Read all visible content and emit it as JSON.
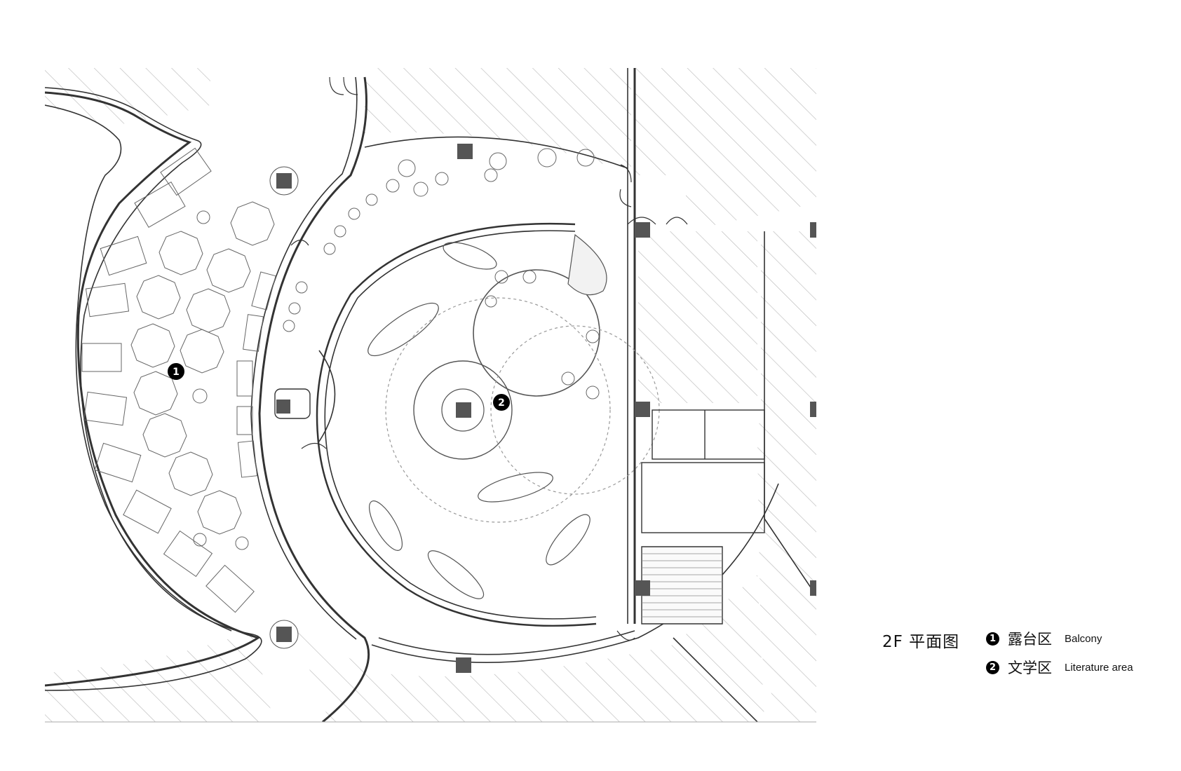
{
  "legend": {
    "title": "2F 平面图",
    "items": [
      {
        "number": "1",
        "name_zh": "露台区",
        "name_en": "Balcony"
      },
      {
        "number": "2",
        "name_zh": "文学区",
        "name_en": "Literature area"
      }
    ]
  },
  "markers": [
    {
      "number": "1"
    },
    {
      "number": "2"
    }
  ],
  "colors": {
    "line": "#333333",
    "column": "#555555",
    "hatch": "#bbbbbb",
    "badge": "#000000"
  }
}
